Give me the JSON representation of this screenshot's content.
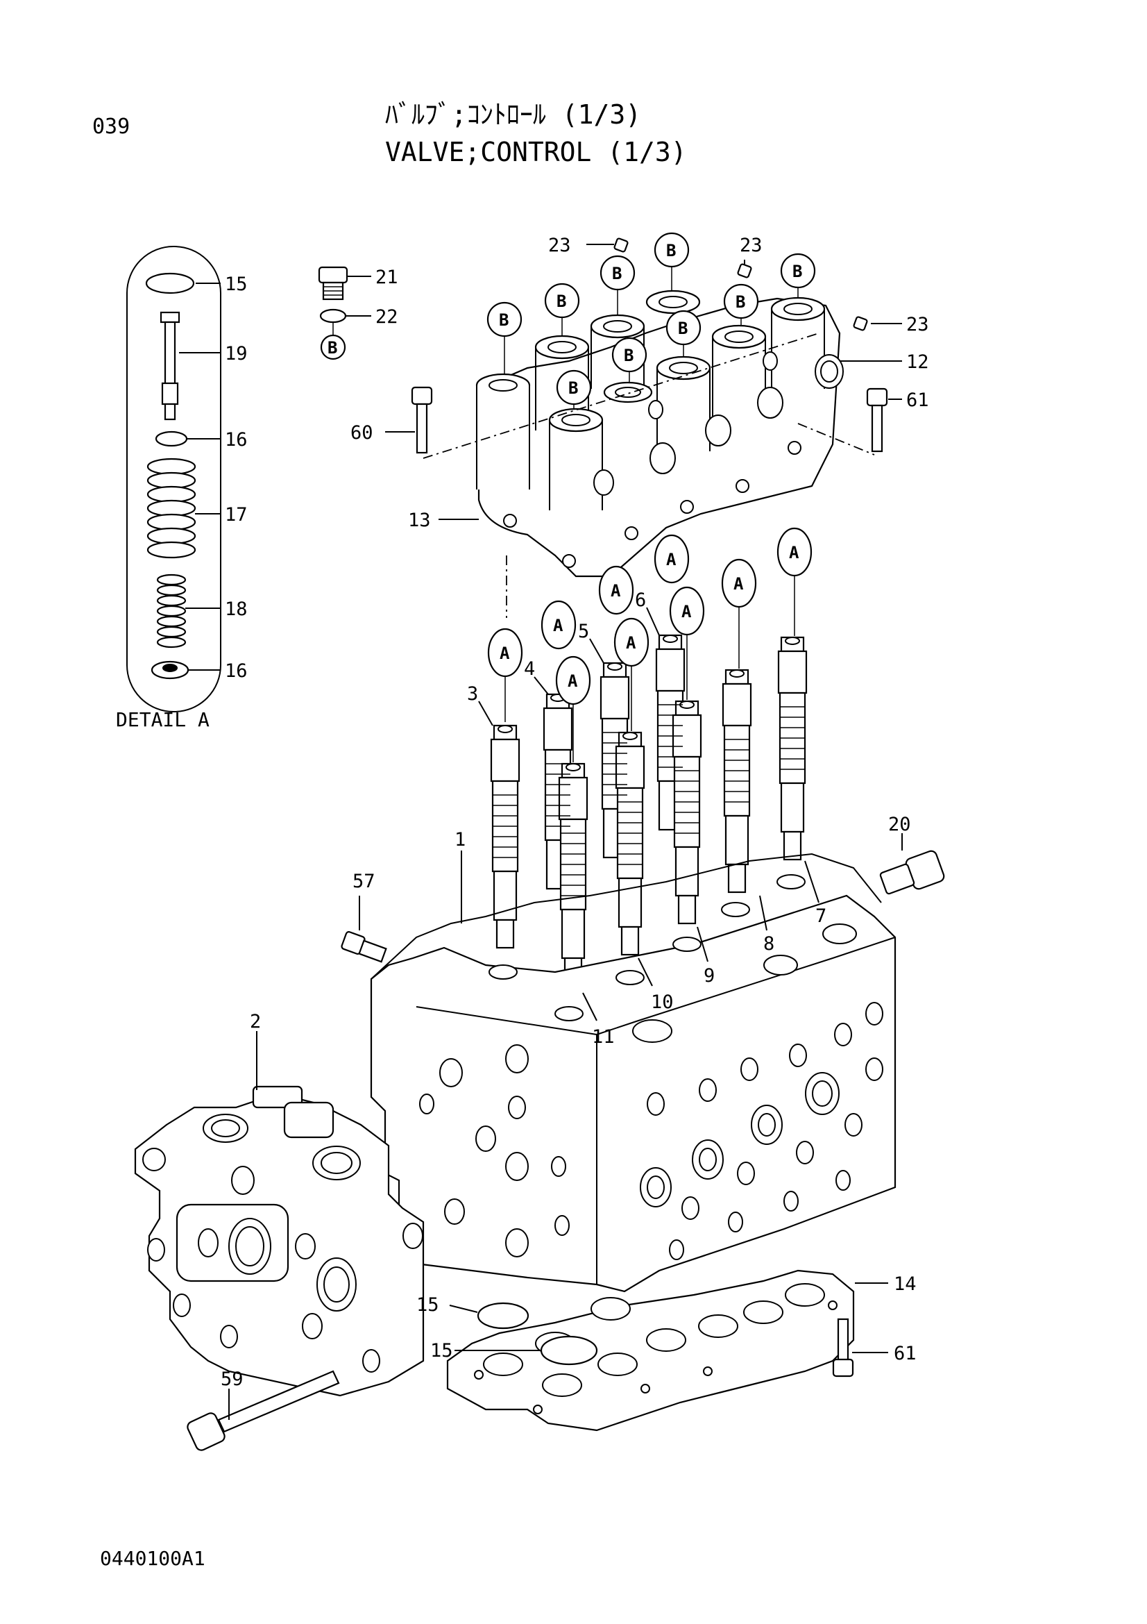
{
  "header": {
    "page_code": "039",
    "title_jp": "ﾊﾞﾙﾌﾞ;ｺﾝﾄﾛｰﾙ (1/3)",
    "title_en": "VALVE;CONTROL (1/3)"
  },
  "detail": {
    "label": "DETAIL A",
    "callouts": [
      "15",
      "19",
      "16",
      "17",
      "18",
      "16"
    ]
  },
  "callouts": {
    "c21": "21",
    "c22": "22",
    "c23a": "23",
    "c23b": "23",
    "c23c": "23",
    "c12": "12",
    "c61a": "61",
    "c60": "60",
    "c13": "13",
    "c3": "3",
    "c4": "4",
    "c5": "5",
    "c6": "6",
    "c1": "1",
    "c20": "20",
    "c57": "57",
    "c7": "7",
    "c8": "8",
    "c9": "9",
    "c10": "10",
    "c11": "11",
    "c2": "2",
    "c14": "14",
    "c15a": "15",
    "c15b": "15",
    "c61b": "61",
    "c59": "59"
  },
  "bubbles": {
    "A": "A",
    "B": "B"
  },
  "footer": {
    "drawing_number": "0440100A1"
  }
}
